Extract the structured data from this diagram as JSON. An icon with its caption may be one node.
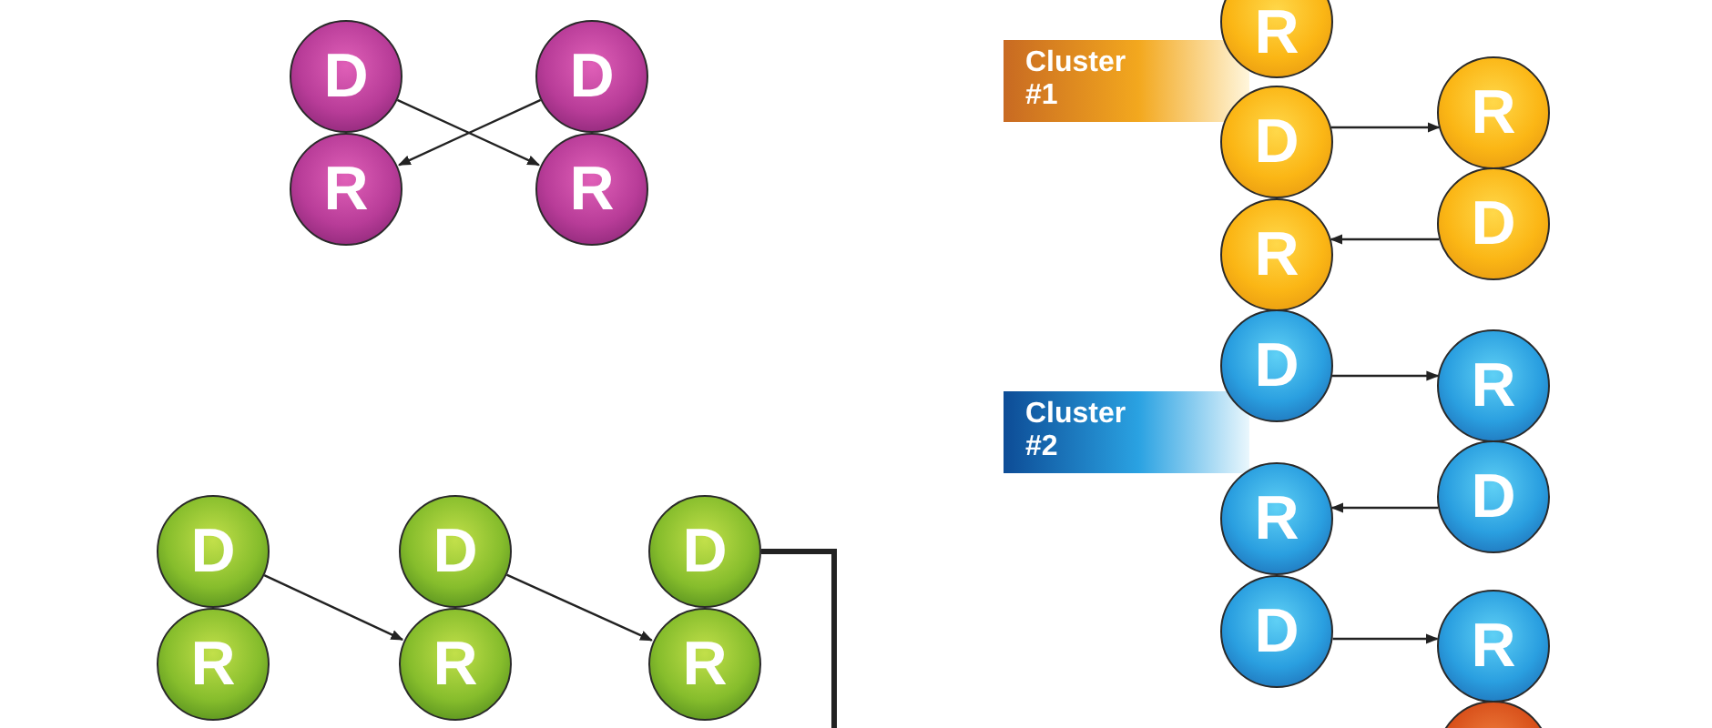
{
  "diagram": {
    "nodes": [
      {
        "text": [
          "D"
        ]
      },
      {
        "text": [
          "R"
        ]
      },
      {
        "text": [
          "D"
        ]
      },
      {
        "text": [
          "R"
        ]
      },
      {
        "text": [
          "Cluster #1"
        ]
      },
      {
        "text": [
          "R"
        ]
      },
      {
        "text": [
          "D"
        ]
      },
      {
        "text": [
          "R"
        ]
      },
      {
        "text": [
          "D"
        ]
      },
      {
        "text": [
          "R"
        ]
      },
      {
        "text": [
          "D"
        ]
      },
      {
        "text": [
          "R"
        ]
      },
      {
        "text": [
          "Cluster #2"
        ]
      },
      {
        "text": [
          "D"
        ]
      },
      {
        "text": [
          "R"
        ]
      },
      {
        "text": [
          "D"
        ]
      },
      {
        "text": [
          "R"
        ]
      },
      {
        "text": [],
        "shape": "circle"
      },
      {
        "text": [
          "D"
        ]
      },
      {
        "text": [
          "R"
        ]
      },
      {
        "text": [
          "D"
        ]
      },
      {
        "text": [
          "R"
        ]
      },
      {
        "text": [
          "D"
        ]
      },
      {
        "text": [
          "R"
        ]
      }
    ],
    "edges": [
      {
        "from": 0,
        "to": 3,
        "arrow": "to"
      },
      {
        "from": 2,
        "to": 1,
        "arrow": "to"
      },
      {
        "from": 6,
        "to": 7,
        "arrow": "to"
      },
      {
        "from": 8,
        "to": 9,
        "arrow": "to"
      },
      {
        "from": 10,
        "to": 11,
        "arrow": "to"
      },
      {
        "from": 13,
        "to": 14,
        "arrow": "to"
      },
      {
        "from": 15,
        "to": 16,
        "arrow": "to"
      },
      {
        "from": 18,
        "to": 21,
        "arrow": "to"
      },
      {
        "from": 20,
        "to": 23,
        "arrow": "to"
      },
      {
        "from": 22,
        "to": null,
        "arrow": "none",
        "style": "thick"
      }
    ]
  }
}
